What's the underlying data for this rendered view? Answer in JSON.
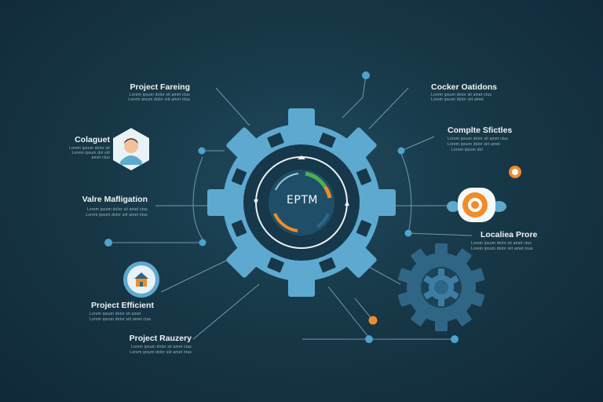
{
  "center": {
    "label": "EPTM"
  },
  "nodes": [
    {
      "id": "project-fareing",
      "title": "Project Fareing",
      "desc": [
        "Lorem ipsum dolor sit amet ctus",
        "Lorem ipsum dolor siit amet ntus"
      ]
    },
    {
      "id": "colaguet",
      "title": "Colaguet",
      "desc": [
        "Lorem ipsum dolor sit",
        "Lorem ipsum dol siit",
        "amet ctus"
      ]
    },
    {
      "id": "valre-mafligation",
      "title": "Valre Mafligation",
      "desc": [
        "Lorem ipsum dolor sit amet ctus",
        "Lorem ipsum dolor siit amet ntus"
      ]
    },
    {
      "id": "project-efficient",
      "title": "Project Efficient",
      "desc": [
        "Lorem ipsum dolor sit amet",
        "Lorem ipsum dolor siit amet ctus"
      ]
    },
    {
      "id": "project-rauzery",
      "title": "Project Rauzery",
      "desc": [
        "Lorem ipsum dolor sit amet ctus",
        "Lorem ipsum dolor siit amet ntus"
      ]
    },
    {
      "id": "cocker-oatidons",
      "title": "Cocker Oatidons",
      "desc": [
        "Lorem ipsum dolor sit amet ctus",
        "Lorem ipsum dolor siit amet"
      ]
    },
    {
      "id": "complte-sfictles",
      "title": "Complte Sfictles",
      "desc": [
        "Lorem ipsum dolor sit amet ctus",
        "Lorem ipsum dolor siit amet",
        "Lorem ipsum dol"
      ]
    },
    {
      "id": "localiea-prore",
      "title": "Localiea Prore",
      "desc": [
        "Lorem ipsum dolor sit amet ctus",
        "Lorem ipsum dolor siit amet ntus"
      ]
    }
  ],
  "colors": {
    "gear": "#5ea9cf",
    "gear_dark": "#16384a",
    "accent": "#f28c28",
    "green": "#4caf50",
    "ring": "#e9f2f6",
    "dot": "#4fa3cc"
  },
  "icons": [
    "avatar-icon",
    "house-icon",
    "gear-badge-icon"
  ]
}
